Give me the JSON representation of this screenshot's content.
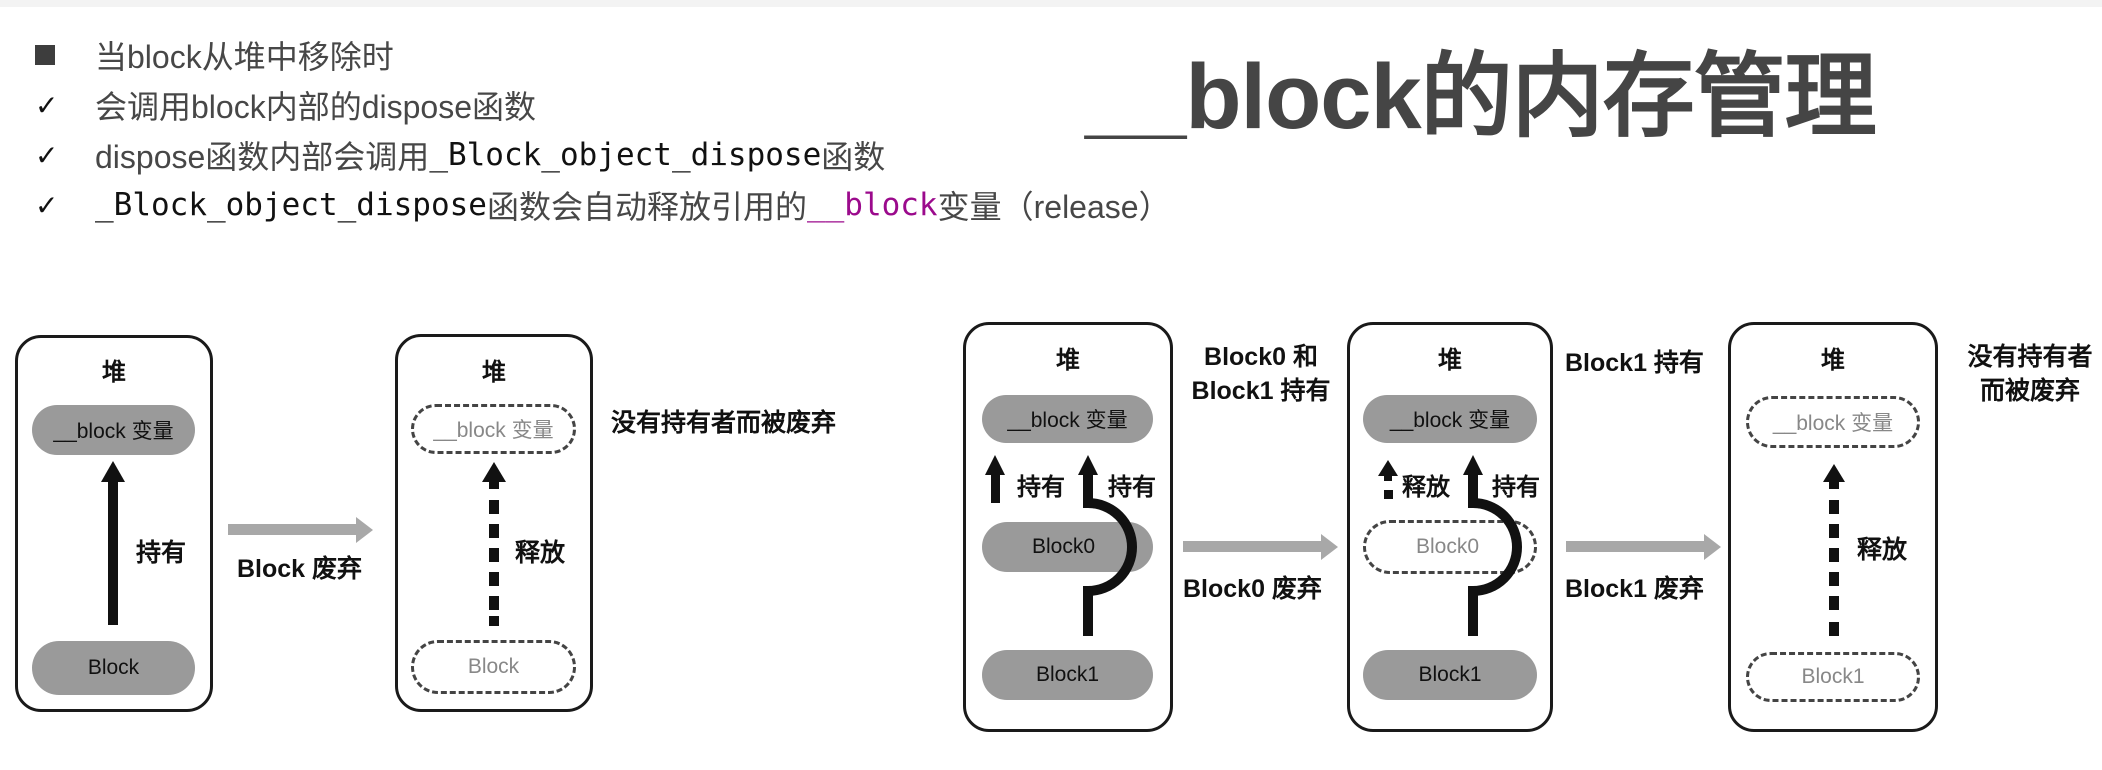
{
  "title": "__block的内存管理",
  "bullets": [
    {
      "marker": "square",
      "parts": [
        {
          "text": "当block从堆中移除时",
          "style": "normal"
        }
      ]
    },
    {
      "marker": "check",
      "parts": [
        {
          "text": "会调用block内部的dispose函数",
          "style": "normal"
        }
      ]
    },
    {
      "marker": "check",
      "parts": [
        {
          "text": "dispose函数内部会调用",
          "style": "normal"
        },
        {
          "text": "_Block_object_dispose",
          "style": "mono"
        },
        {
          "text": "函数",
          "style": "normal"
        }
      ]
    },
    {
      "marker": "check",
      "parts": [
        {
          "text": "_Block_object_dispose",
          "style": "mono"
        },
        {
          "text": "函数会自动释放引用的",
          "style": "normal"
        },
        {
          "text": "__block",
          "style": "mono-purple"
        },
        {
          "text": "变量（release）",
          "style": "normal"
        }
      ]
    }
  ],
  "colors": {
    "accent_purple": "#9b0a8c",
    "text_gray": "#474747",
    "pill_gray": "#9a9a9a"
  },
  "diagram1": {
    "heap_label": "堆",
    "box1": {
      "var_pill": "__block 变量",
      "block_pill": "Block",
      "arrow_label": "持有"
    },
    "transition_label": "Block 废弃",
    "box2": {
      "var_pill": "__block 变量",
      "block_pill": "Block",
      "arrow_label": "释放"
    },
    "result_label": "没有持有者而被废弃"
  },
  "diagram2": {
    "heap_label": "堆",
    "boxA": {
      "var_pill": "__block 变量",
      "block0_pill": "Block0",
      "block1_pill": "Block1",
      "arrow0_label": "持有",
      "arrow1_label": "持有"
    },
    "boxA_side_label_1": "Block0 和",
    "boxA_side_label_2": "Block1 持有",
    "transition1_label": "Block0 废弃",
    "boxB": {
      "var_pill": "__block 变量",
      "block0_pill": "Block0",
      "block1_pill": "Block1",
      "arrow0_label": "释放",
      "arrow1_label": "持有"
    },
    "boxB_side_label": "Block1 持有",
    "transition2_label": "Block1 废弃",
    "boxC": {
      "var_pill": "__block 变量",
      "block1_pill": "Block1",
      "arrow_label": "释放"
    },
    "result_label_1": "没有持有者",
    "result_label_2": "而被废弃"
  }
}
